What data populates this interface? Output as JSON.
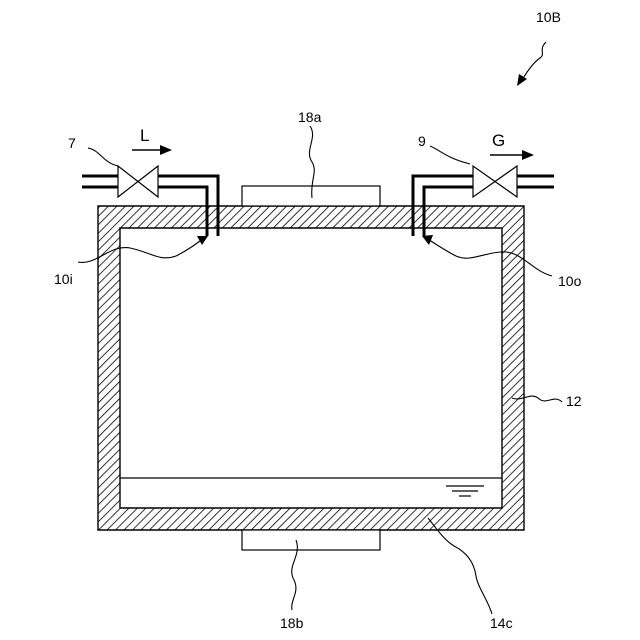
{
  "figure": {
    "id_label": "10B",
    "labels": {
      "inlet_valve": "7",
      "outlet_valve": "9",
      "inlet_flow": "L",
      "outlet_flow": "G",
      "top_plate": "18a",
      "bottom_plate": "18b",
      "inlet_port": "10i",
      "outlet_port": "10o",
      "vessel_wall": "12",
      "liquid_region": "14c"
    }
  }
}
